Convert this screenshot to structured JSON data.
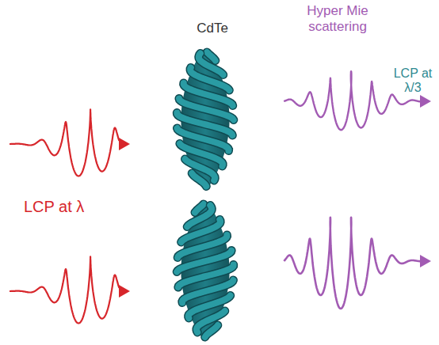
{
  "diagram": {
    "labels": [
      "CdTe",
      "Hyper Mie scattering",
      "LCP at λ",
      "LCP at λ/3"
    ]
  }
}
